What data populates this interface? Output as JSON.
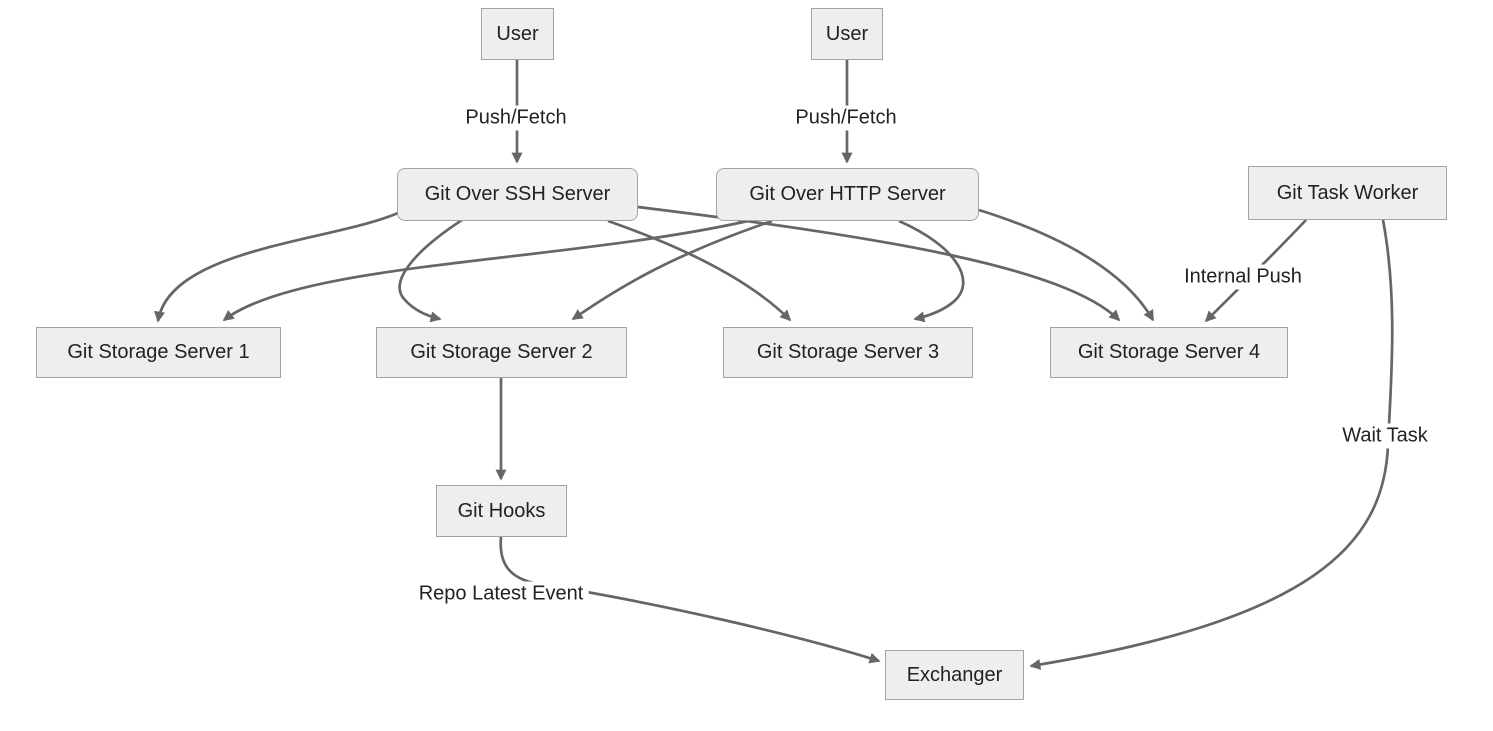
{
  "diagram": {
    "nodes": {
      "user_left": "User",
      "user_right": "User",
      "ssh_server": "Git Over SSH Server",
      "http_server": "Git Over HTTP Server",
      "task_worker": "Git Task Worker",
      "storage_1": "Git Storage Server 1",
      "storage_2": "Git Storage Server 2",
      "storage_3": "Git Storage Server 3",
      "storage_4": "Git Storage Server 4",
      "git_hooks": "Git Hooks",
      "exchanger": "Exchanger"
    },
    "edge_labels": {
      "push_fetch_left": "Push/Fetch",
      "push_fetch_right": "Push/Fetch",
      "internal_push": "Internal Push",
      "wait_task": "Wait Task",
      "repo_latest_event": "Repo Latest Event"
    },
    "edges": [
      {
        "from": "User (left)",
        "to": "Git Over SSH Server",
        "label": "Push/Fetch"
      },
      {
        "from": "User (right)",
        "to": "Git Over HTTP Server",
        "label": "Push/Fetch"
      },
      {
        "from": "Git Over SSH Server",
        "to": "Git Storage Server 1",
        "label": ""
      },
      {
        "from": "Git Over SSH Server",
        "to": "Git Storage Server 2",
        "label": ""
      },
      {
        "from": "Git Over SSH Server",
        "to": "Git Storage Server 3",
        "label": ""
      },
      {
        "from": "Git Over SSH Server",
        "to": "Git Storage Server 4",
        "label": ""
      },
      {
        "from": "Git Over HTTP Server",
        "to": "Git Storage Server 1",
        "label": ""
      },
      {
        "from": "Git Over HTTP Server",
        "to": "Git Storage Server 2",
        "label": ""
      },
      {
        "from": "Git Over HTTP Server",
        "to": "Git Storage Server 3",
        "label": ""
      },
      {
        "from": "Git Over HTTP Server",
        "to": "Git Storage Server 4",
        "label": ""
      },
      {
        "from": "Git Task Worker",
        "to": "Git Storage Server 4",
        "label": "Internal Push"
      },
      {
        "from": "Git Task Worker",
        "to": "Exchanger",
        "label": "Wait Task"
      },
      {
        "from": "Git Storage Server 2",
        "to": "Git Hooks",
        "label": ""
      },
      {
        "from": "Git Hooks",
        "to": "Exchanger",
        "label": "Repo Latest Event"
      }
    ],
    "colors": {
      "node_fill": "#eeeeee",
      "node_border": "#a3a3a3",
      "edge": "#666666",
      "text": "#222222",
      "background": "#ffffff"
    }
  }
}
